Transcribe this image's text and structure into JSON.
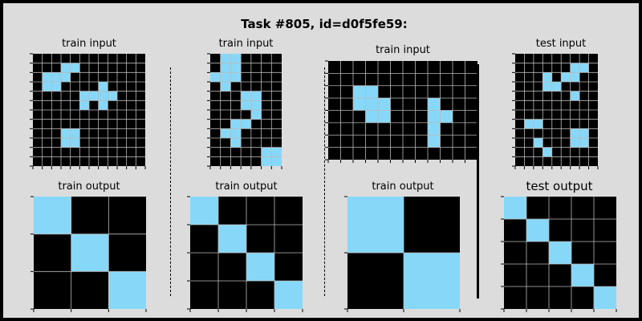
{
  "title": "Task #805, id=d0f5fe59:",
  "colors": {
    "background": "#dcdcdc",
    "black": "#000000",
    "cyan": "#87d8f8",
    "gridline": "#b9b9b9"
  },
  "panels": [
    {
      "id": "train-input-1",
      "label": "train input",
      "rows": 12,
      "cols": 12,
      "cells": [
        [
          1,
          3
        ],
        [
          1,
          4
        ],
        [
          2,
          1
        ],
        [
          2,
          2
        ],
        [
          2,
          3
        ],
        [
          3,
          1
        ],
        [
          3,
          2
        ],
        [
          3,
          7
        ],
        [
          4,
          5
        ],
        [
          4,
          6
        ],
        [
          4,
          7
        ],
        [
          4,
          8
        ],
        [
          5,
          5
        ],
        [
          5,
          7
        ],
        [
          8,
          3
        ],
        [
          8,
          4
        ],
        [
          9,
          3
        ],
        [
          9,
          4
        ]
      ]
    },
    {
      "id": "train-input-2",
      "label": "train input",
      "rows": 12,
      "cols": 7,
      "cells": [
        [
          0,
          1
        ],
        [
          0,
          2
        ],
        [
          1,
          1
        ],
        [
          1,
          2
        ],
        [
          2,
          0
        ],
        [
          2,
          1
        ],
        [
          2,
          2
        ],
        [
          3,
          1
        ],
        [
          4,
          3
        ],
        [
          4,
          4
        ],
        [
          5,
          3
        ],
        [
          5,
          4
        ],
        [
          6,
          4
        ],
        [
          7,
          2
        ],
        [
          7,
          3
        ],
        [
          8,
          1
        ],
        [
          8,
          2
        ],
        [
          9,
          2
        ],
        [
          10,
          5
        ],
        [
          10,
          6
        ],
        [
          11,
          5
        ],
        [
          11,
          6
        ]
      ]
    },
    {
      "id": "train-input-3",
      "label": "train input",
      "rows": 8,
      "cols": 12,
      "cells": [
        [
          2,
          2
        ],
        [
          2,
          3
        ],
        [
          3,
          2
        ],
        [
          3,
          3
        ],
        [
          3,
          4
        ],
        [
          4,
          3
        ],
        [
          4,
          4
        ],
        [
          3,
          8
        ],
        [
          4,
          8
        ],
        [
          4,
          9
        ],
        [
          5,
          8
        ],
        [
          6,
          8
        ]
      ]
    },
    {
      "id": "test-input",
      "label": "test input",
      "rows": 12,
      "cols": 9,
      "cells": [
        [
          1,
          6
        ],
        [
          1,
          7
        ],
        [
          2,
          3
        ],
        [
          2,
          5
        ],
        [
          2,
          6
        ],
        [
          3,
          3
        ],
        [
          3,
          4
        ],
        [
          4,
          6
        ],
        [
          7,
          1
        ],
        [
          7,
          2
        ],
        [
          8,
          6
        ],
        [
          8,
          7
        ],
        [
          9,
          2
        ],
        [
          9,
          6
        ],
        [
          9,
          7
        ],
        [
          10,
          3
        ],
        [
          12,
          6
        ],
        [
          12,
          7
        ]
      ]
    },
    {
      "id": "train-output-1",
      "label": "train output",
      "rows": 3,
      "cols": 3,
      "diag": true
    },
    {
      "id": "train-output-2",
      "label": "train output",
      "rows": 4,
      "cols": 4,
      "diag": true
    },
    {
      "id": "train-output-3",
      "label": "train output",
      "rows": 2,
      "cols": 2,
      "diag": true
    },
    {
      "id": "test-output",
      "label": "test output",
      "rows": 5,
      "cols": 5,
      "diag": true
    }
  ]
}
